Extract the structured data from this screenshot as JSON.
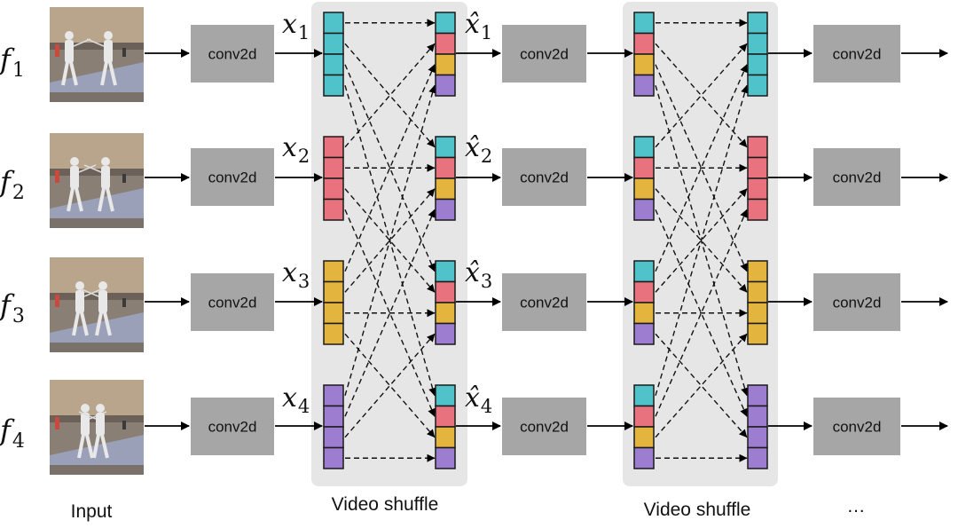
{
  "frames": [
    {
      "label": "f",
      "sub": "1"
    },
    {
      "label": "f",
      "sub": "2"
    },
    {
      "label": "f",
      "sub": "3"
    },
    {
      "label": "f",
      "sub": "4"
    }
  ],
  "inputs_x": [
    {
      "label": "x",
      "sub": "1"
    },
    {
      "label": "x",
      "sub": "2"
    },
    {
      "label": "x",
      "sub": "3"
    },
    {
      "label": "x",
      "sub": "4"
    }
  ],
  "inputs_xhat": [
    {
      "label": "x̂",
      "sub": "1"
    },
    {
      "label": "x̂",
      "sub": "2"
    },
    {
      "label": "x̂",
      "sub": "3"
    },
    {
      "label": "x̂",
      "sub": "4"
    }
  ],
  "conv_label": "conv2d",
  "captions": {
    "input": "Input",
    "shuffle1": "Video shuffle",
    "shuffle2": "Video shuffle",
    "ellipsis": "…"
  },
  "colors": {
    "cyan": "#4fc3c9",
    "red": "#e8727d",
    "yellow": "#e3b53f",
    "purple": "#9c7dd0",
    "conv_box": "#a6a6a6",
    "shuffle_bg": "#e6e6e6"
  }
}
